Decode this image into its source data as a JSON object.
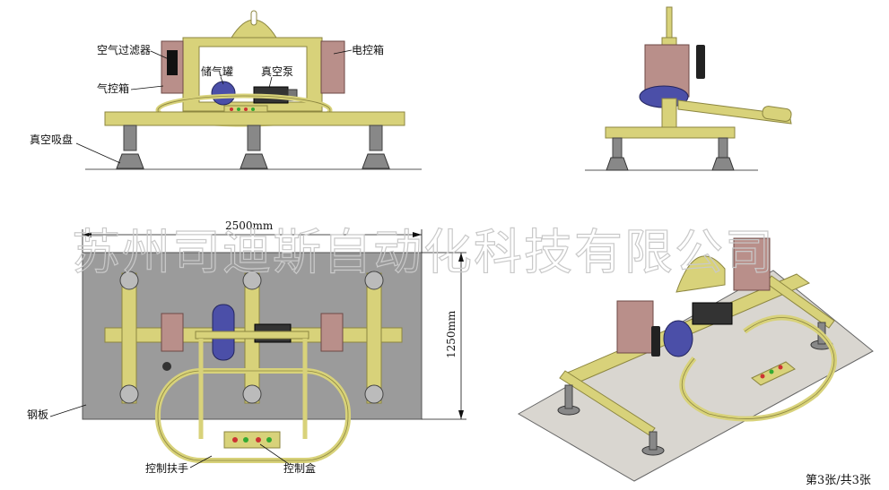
{
  "labels": {
    "air_filter": "空气过滤器",
    "electric_box": "电控箱",
    "gas_box": "气控箱",
    "reservoir": "储气罐",
    "vacuum_pump": "真空泵",
    "suction_cup": "真空吸盘",
    "steel_plate": "钢板",
    "control_handle": "控制扶手",
    "control_box": "控制盒"
  },
  "dimensions": {
    "length": "2500mm",
    "width": "1250mm"
  },
  "watermark": "苏州司迪斯自动化科技有限公司",
  "page_indicator": "第3张/共3张",
  "colors": {
    "frame": "#d8d27a",
    "frame_dark": "#8c8640",
    "box": "#b98f8a",
    "box_dark": "#6e4a46",
    "tank": "#4b4fa8",
    "plate": "#9b9b9b",
    "plate_iso": "#d9d6d0"
  }
}
